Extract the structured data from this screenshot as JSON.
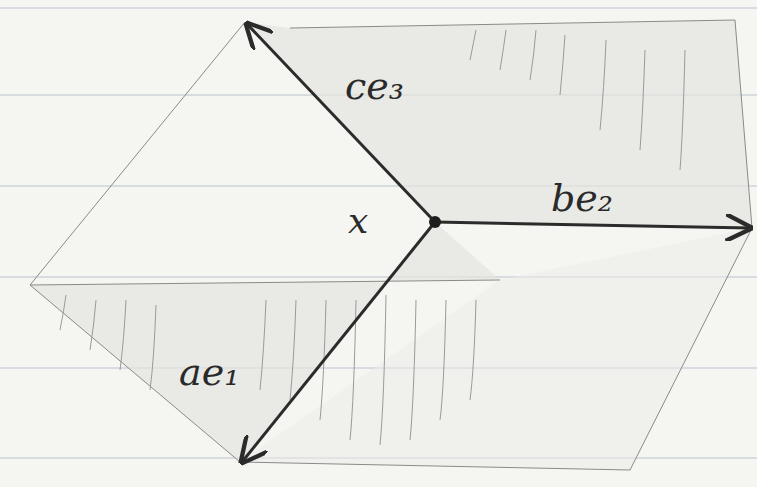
{
  "diagram": {
    "labels": [
      "ce₃",
      "be₂",
      "ae₁",
      "x"
    ]
  }
}
